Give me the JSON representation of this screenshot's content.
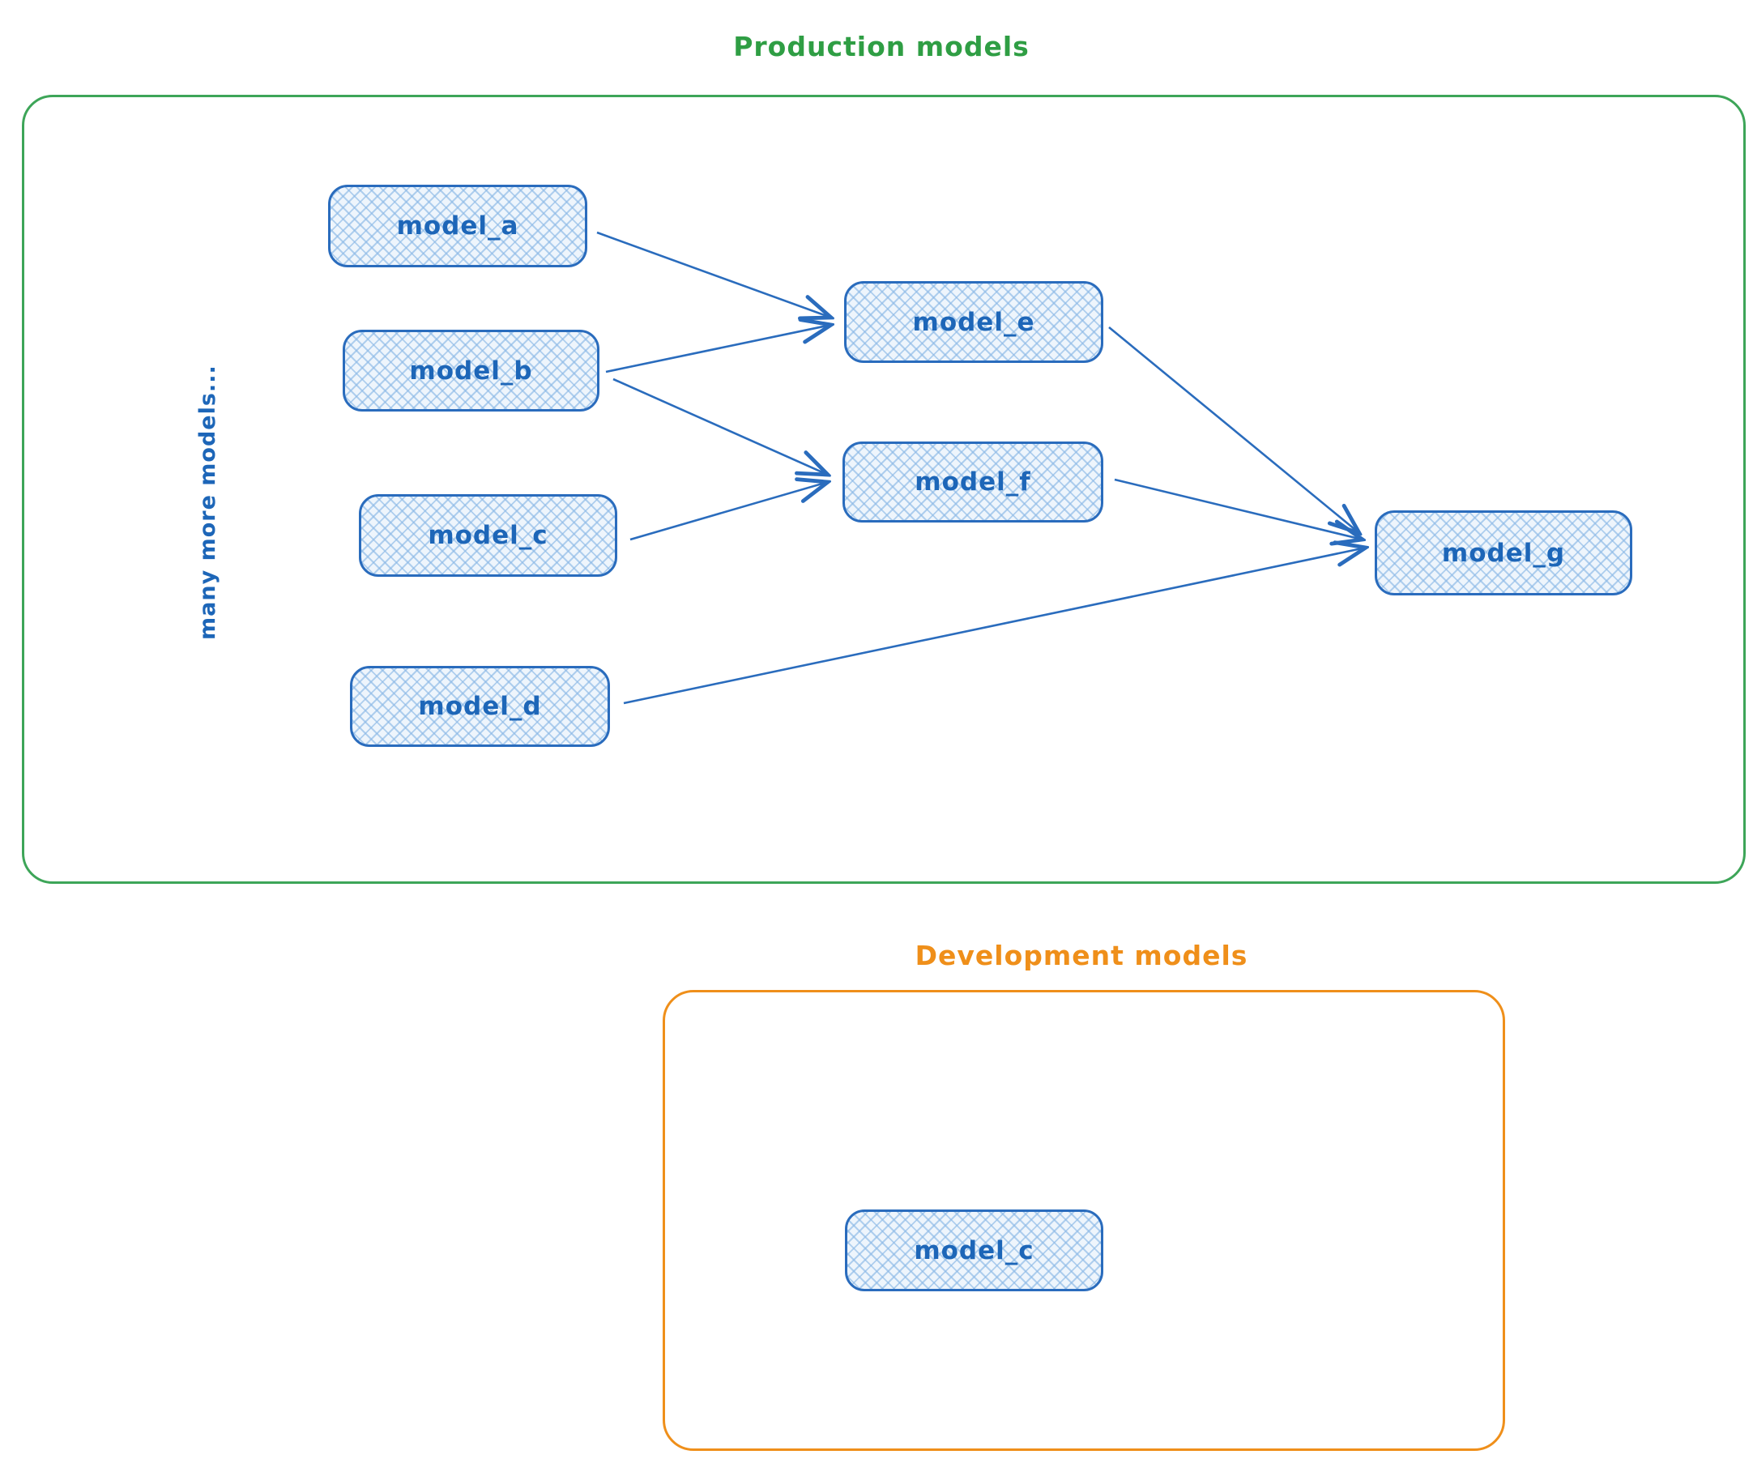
{
  "diagram": {
    "production": {
      "title": "Production models",
      "title_color": "#2f9e44",
      "annotation": "many more models...",
      "nodes": [
        {
          "id": "model_a",
          "label": "model_a"
        },
        {
          "id": "model_b",
          "label": "model_b"
        },
        {
          "id": "model_c",
          "label": "model_c"
        },
        {
          "id": "model_d",
          "label": "model_d"
        },
        {
          "id": "model_e",
          "label": "model_e"
        },
        {
          "id": "model_f",
          "label": "model_f"
        },
        {
          "id": "model_g",
          "label": "model_g"
        }
      ],
      "edges": [
        {
          "from": "model_a",
          "to": "model_e"
        },
        {
          "from": "model_b",
          "to": "model_e"
        },
        {
          "from": "model_b",
          "to": "model_f"
        },
        {
          "from": "model_c",
          "to": "model_f"
        },
        {
          "from": "model_e",
          "to": "model_g"
        },
        {
          "from": "model_f",
          "to": "model_g"
        },
        {
          "from": "model_d",
          "to": "model_g"
        }
      ]
    },
    "development": {
      "title": "Development models",
      "title_color": "#ef8f1a",
      "nodes": [
        {
          "id": "model_c_dev",
          "label": "model_c"
        }
      ],
      "edges": []
    },
    "node_style": {
      "stroke_color": "#2a6cbd",
      "fill_color": "#eef5fc",
      "hatch_color": "#8cb9e6",
      "text_color": "#1d66b8"
    },
    "arrow_color": "#2a6cbd"
  }
}
